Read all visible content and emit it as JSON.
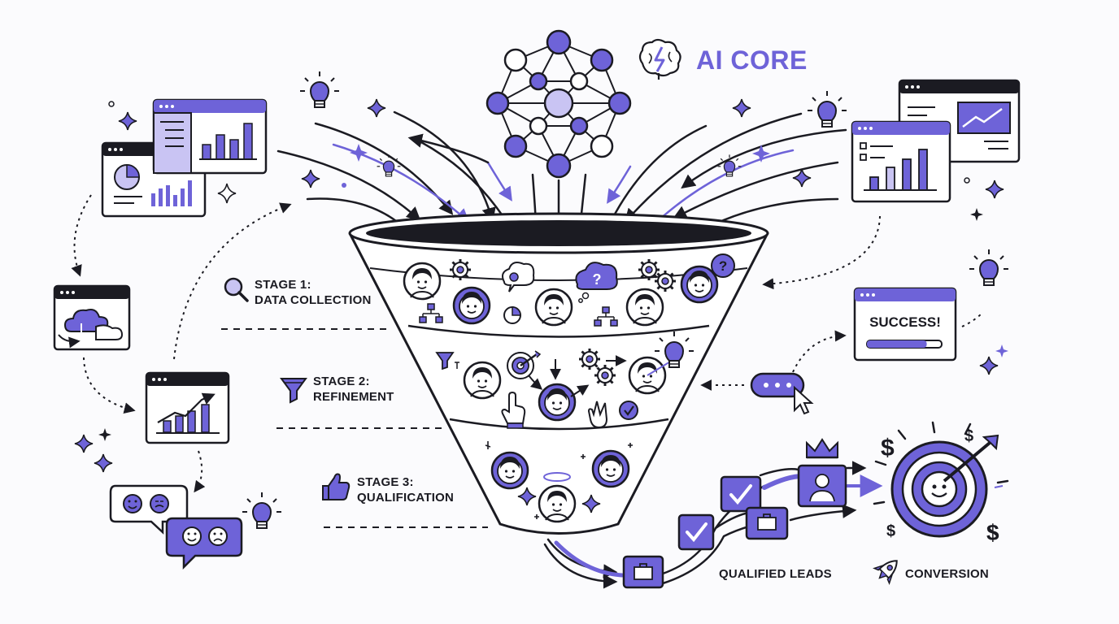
{
  "ai_core": {
    "title": "AI CORE"
  },
  "stages": [
    {
      "line1": "STAGE 1:",
      "line2": "DATA COLLECTION",
      "icon": "magnifier-icon"
    },
    {
      "line1": "STAGE 2:",
      "line2": "REFINEMENT",
      "icon": "filter-funnel-icon"
    },
    {
      "line1": "STAGE 3:",
      "line2": "QUALIFICATION",
      "icon": "thumbs-up-icon"
    }
  ],
  "success_window": {
    "text": "SUCCESS!",
    "progress": 0.8
  },
  "outputs": {
    "qualified_leads": "QUALIFIED LEADS",
    "conversion": "CONVERSION"
  },
  "colors": {
    "accent": "#6e63d8",
    "accent_light": "#c9c4f3",
    "ink": "#1b1b22",
    "background": "#fbfbfd"
  },
  "icons": [
    "brain-icon",
    "lightbulb-icon",
    "sparkle-icon",
    "dashboard-window-icon",
    "cloud-window-icon",
    "line-chart-window-icon",
    "chat-bubble-icon",
    "cursor-icon",
    "briefcase-icon",
    "checkmark-icon",
    "crown-icon",
    "user-card-icon",
    "dollar-icon",
    "target-icon",
    "rocket-icon",
    "gear-icon",
    "dart-target-icon",
    "hand-pointer-icon"
  ]
}
